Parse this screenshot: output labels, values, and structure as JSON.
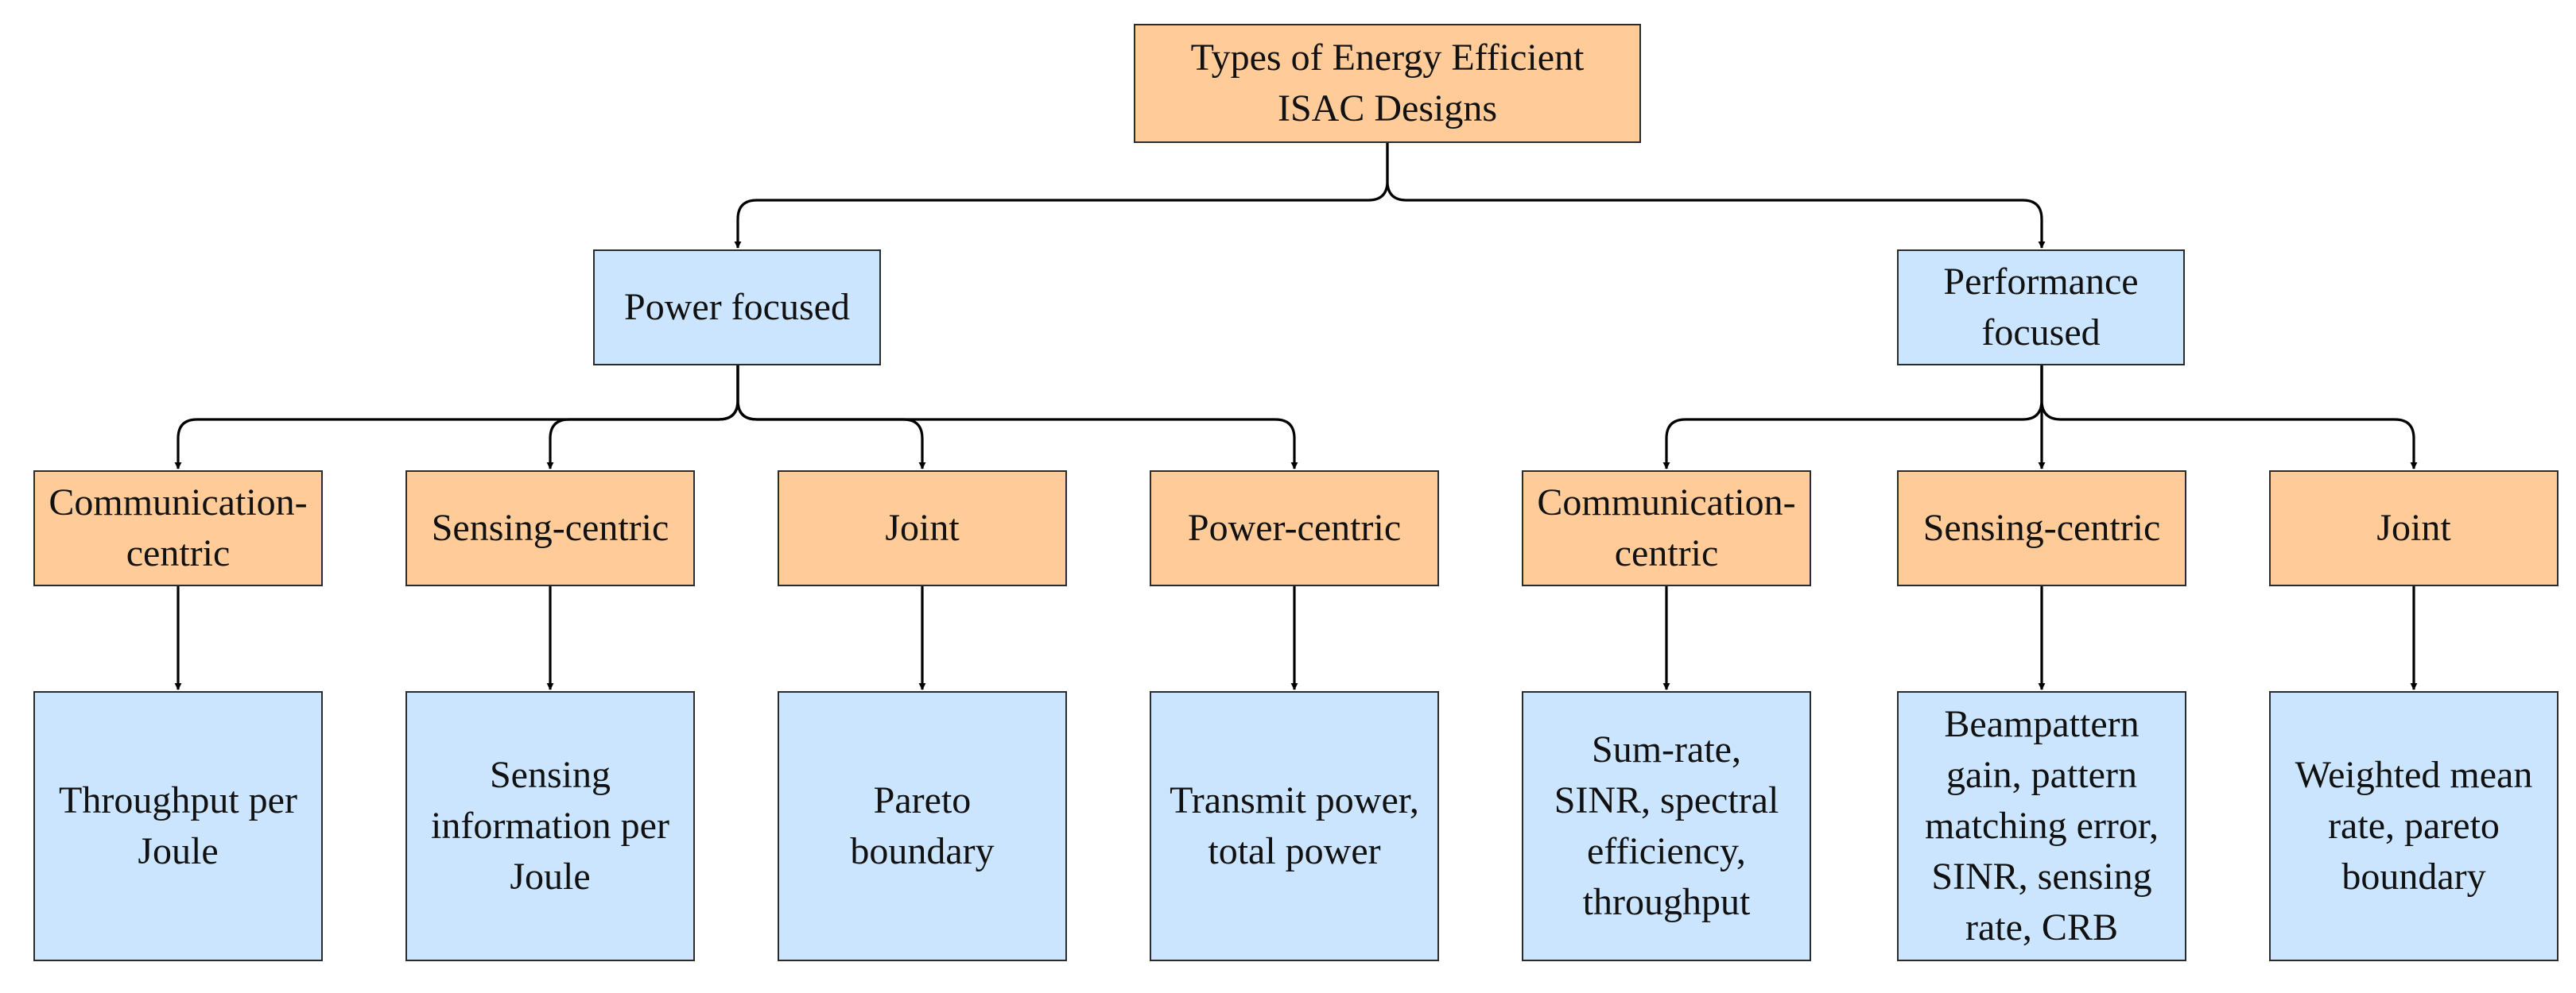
{
  "diagram": {
    "root": {
      "label": "Types of Energy Efficient\nISAC Designs",
      "color": "#ffcc99"
    },
    "branches": [
      {
        "label": "Power focused",
        "color": "#cce5ff",
        "children": [
          {
            "category": "Communication-\ncentric",
            "metric": "Throughput per\nJoule"
          },
          {
            "category": "Sensing-centric",
            "metric": "Sensing\ninformation per\nJoule"
          },
          {
            "category": "Joint",
            "metric": "Pareto\nboundary"
          },
          {
            "category": "Power-centric",
            "metric": "Transmit power,\ntotal power"
          }
        ]
      },
      {
        "label": "Performance\nfocused",
        "color": "#cce5ff",
        "children": [
          {
            "category": "Communication-\ncentric",
            "metric": "Sum-rate,\nSINR, spectral\nefficiency,\nthroughput"
          },
          {
            "category": "Sensing-centric",
            "metric": "Beampattern\ngain, pattern\nmatching error,\nSINR, sensing\nrate, CRB"
          },
          {
            "category": "Joint",
            "metric": "Weighted mean\nrate, pareto\nboundary"
          }
        ]
      }
    ],
    "category_color": "#ffcc99",
    "metric_color": "#cce5ff",
    "edge_color": "#000000"
  }
}
